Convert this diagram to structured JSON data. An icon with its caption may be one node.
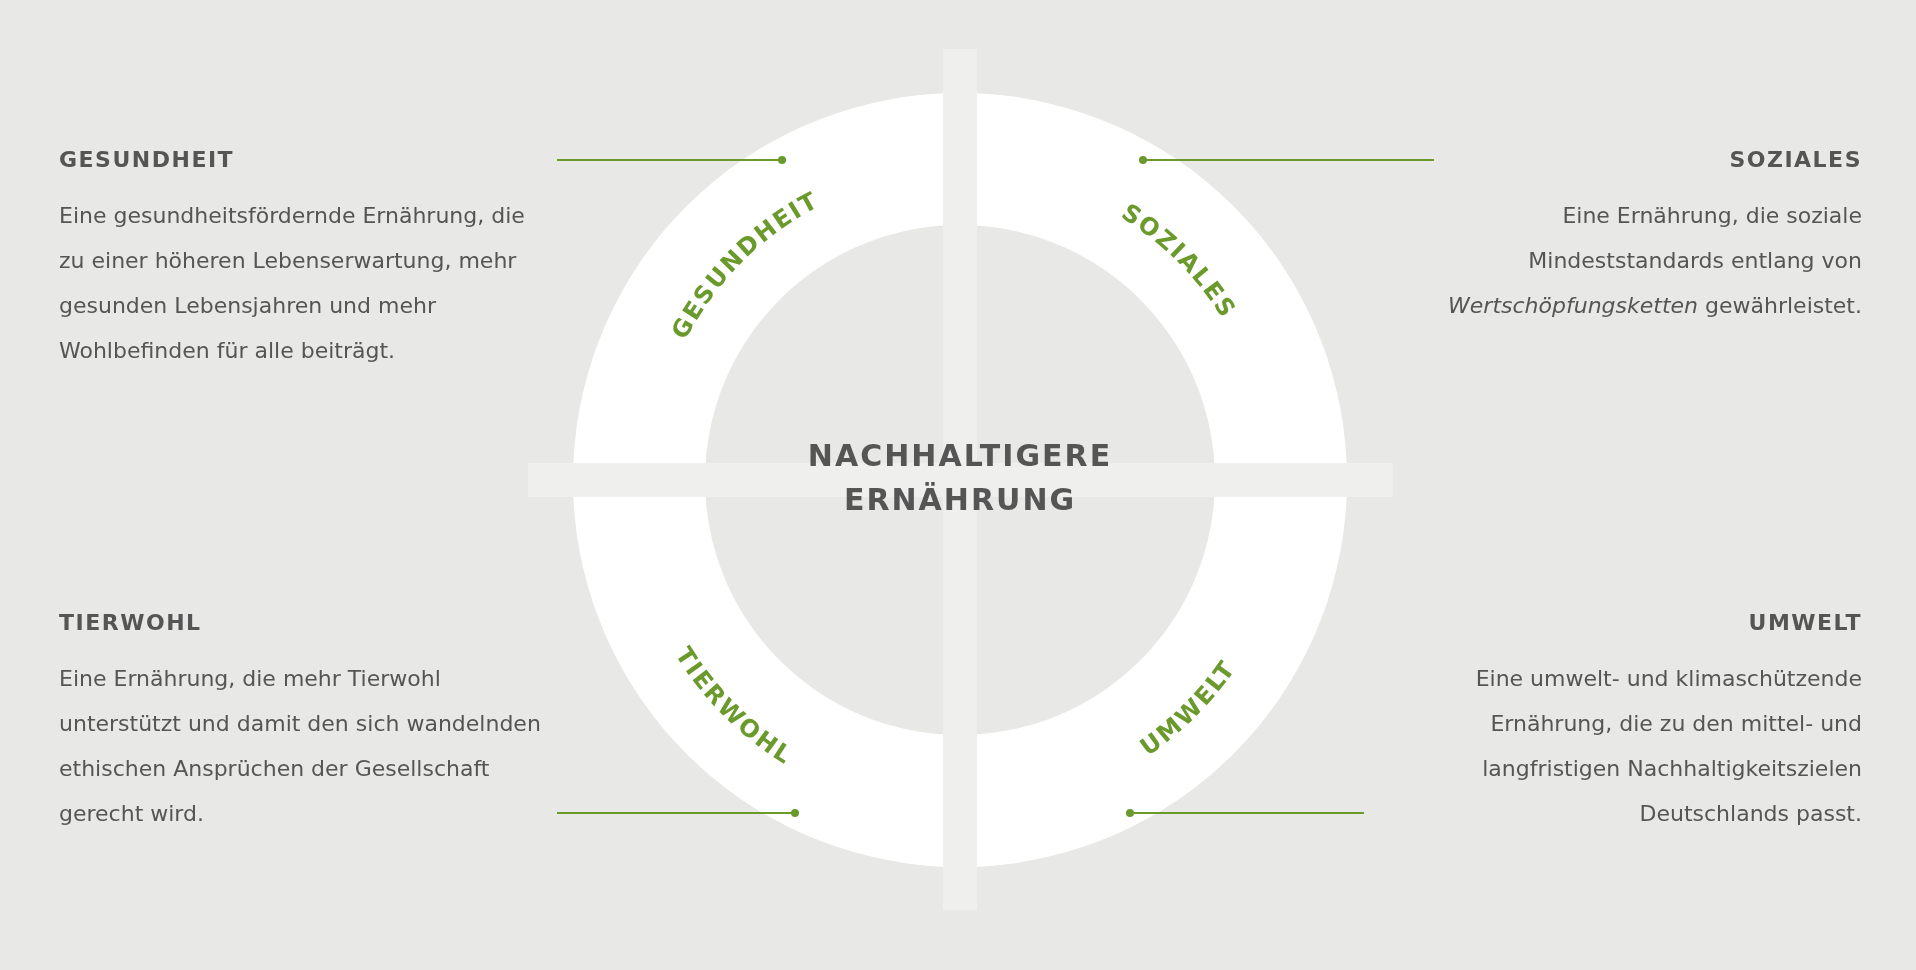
{
  "diagram": {
    "nodes": [
      {
        "text": [
          "GESUNDHEIT",
          "Eine gesundheitsfördernde Ernährung, die zu einer höheren Lebenserwartung, mehr gesunden Lebensjahren und mehr Wohlbefinden für alle beiträgt."
        ]
      },
      {
        "text": [
          "GESUNDHEIT"
        ]
      },
      {
        "text": [
          "SOZIALES"
        ]
      },
      {
        "text": [
          "SOZIALES",
          "Eine Ernährung, die soziale Mindeststandards entlang von *Wertschöpfungsketten* gewährleistet."
        ]
      },
      {
        "text": [
          "TIERWOHL",
          "Eine Ernährung, die mehr Tierwohl unterstützt und damit den sich wandelnden ethischen Ansprüchen der Gesellschaft gerecht wird."
        ]
      },
      {
        "text": [
          "TIERWOHL"
        ]
      },
      {
        "text": [
          "UMWELT"
        ]
      },
      {
        "text": [
          "UMWELT",
          "Eine umwelt- und klimaschützende Ernährung, die zu den mittel- und langfristigen Nachhaltigkeitszielen Deutschlands passt."
        ]
      }
    ],
    "edges": [
      {
        "from": 0,
        "to": 1,
        "arrow": "other"
      },
      {
        "from": 3,
        "to": 2,
        "arrow": "other"
      },
      {
        "from": 4,
        "to": 5,
        "arrow": "other"
      },
      {
        "from": 7,
        "to": 6,
        "arrow": "other"
      }
    ],
    "labels": [
      "NACHHALTIGERE ERNÄHRUNG"
    ]
  }
}
